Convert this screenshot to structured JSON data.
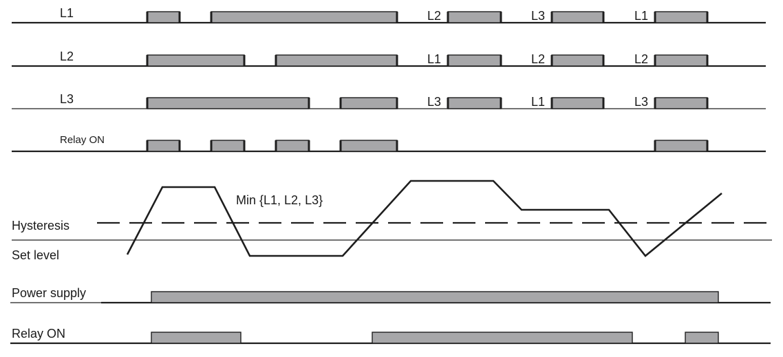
{
  "top_rows": [
    {
      "label": "L1",
      "phase_labels": [
        "L2",
        "L3",
        "L1"
      ]
    },
    {
      "label": "L2",
      "phase_labels": [
        "L1",
        "L2",
        "L2"
      ]
    },
    {
      "label": "L3",
      "phase_labels": [
        "L3",
        "L1",
        "L3"
      ]
    },
    {
      "label": "Relay ON",
      "phase_labels": []
    }
  ],
  "level_graph": {
    "curve_label": "Min {L1, L2, L3}",
    "hysteresis_label": "Hysteresis",
    "set_level_label": "Set level"
  },
  "bottom_rows": {
    "power_supply_label": "Power supply",
    "relay_on_label": "Relay ON"
  },
  "colors": {
    "pulse_fill": "#a7a7a9",
    "line": "#1e1e1e"
  }
}
